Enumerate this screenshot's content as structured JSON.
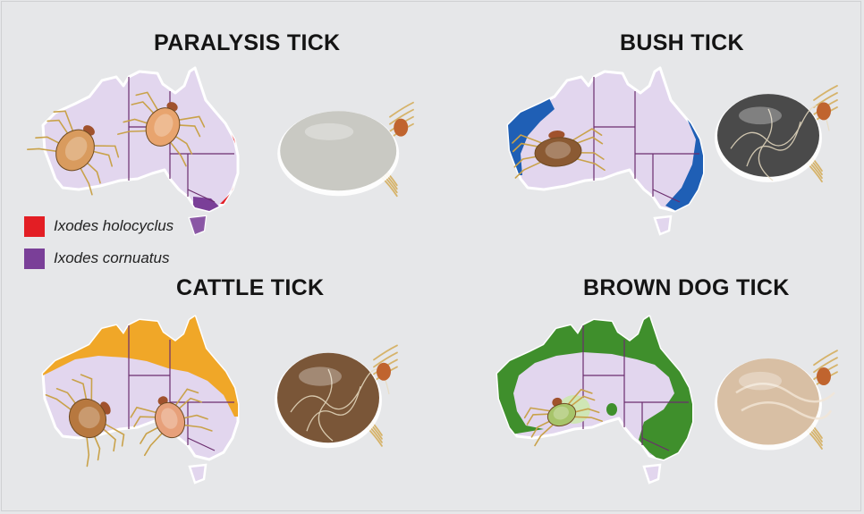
{
  "colors": {
    "background": "#e6e7e9",
    "land": "#e2d6ee",
    "border": "#6b2d6e",
    "ixodes_holocyclus": "#e31e24",
    "ixodes_cornuatus": "#7a3f98",
    "bush_tick_range": "#1f5fb5",
    "cattle_tick_range": "#f0a728",
    "brown_dog_tick_range": "#3f8f2c"
  },
  "panels": [
    {
      "id": "paralysis",
      "title": "PARALYSIS TICK",
      "tick_color": "#c9c9c3",
      "tick_pattern": "none",
      "icon": "paralysis-tick-icon"
    },
    {
      "id": "bush",
      "title": "BUSH TICK",
      "tick_color": "#4a4a4a",
      "tick_pattern": "veins",
      "icon": "bush-tick-icon"
    },
    {
      "id": "cattle",
      "title": "CATTLE TICK",
      "tick_color": "#7a5638",
      "tick_pattern": "veins",
      "icon": "cattle-tick-icon"
    },
    {
      "id": "brown_dog",
      "title": "BROWN DOG TICK",
      "tick_color": "#d8bfa4",
      "tick_pattern": "swirl",
      "icon": "brown-dog-tick-icon"
    }
  ],
  "legend": [
    {
      "label": "Ixodes holocyclus",
      "color": "#e31e24"
    },
    {
      "label": "Ixodes cornuatus",
      "color": "#7a3f98"
    }
  ]
}
